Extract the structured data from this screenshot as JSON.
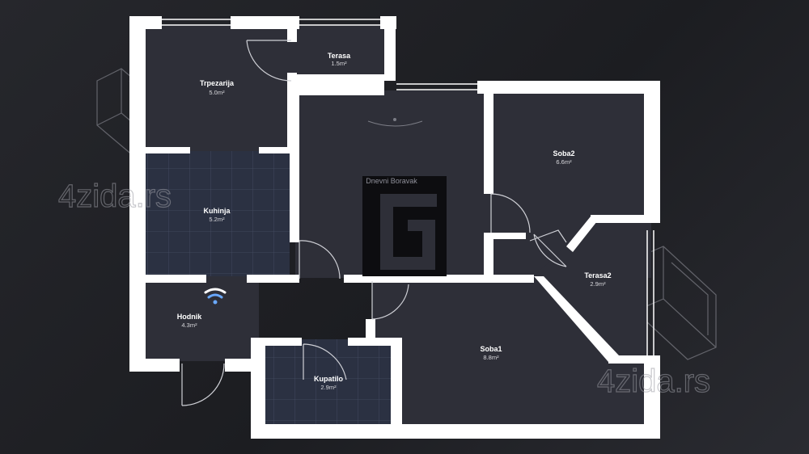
{
  "rooms": {
    "terasa": {
      "name": "Terasa",
      "area": "1.5m²"
    },
    "trpezarija": {
      "name": "Trpezarija",
      "area": "5.0m²"
    },
    "kuhinja": {
      "name": "Kuhinja",
      "area": "5.2m²"
    },
    "dnevni": {
      "name": "Dnevni Boravak",
      "area": ""
    },
    "soba2": {
      "name": "Soba2",
      "area": "6.6m²"
    },
    "terasa2": {
      "name": "Terasa2",
      "area": "2.9m²"
    },
    "hodnik": {
      "name": "Hodnik",
      "area": "4.3m²"
    },
    "kupatilo": {
      "name": "Kupatilo",
      "area": "2.9m²"
    },
    "soba1": {
      "name": "Soba1",
      "area": "8.8m²"
    }
  },
  "watermarks": {
    "left": "4zida.rs",
    "right": "4zida.rs"
  },
  "colors": {
    "floor": "#2e2f38",
    "wall": "#ffffff",
    "tile_floor": "#2b3142",
    "background": "#222327"
  },
  "icons": {
    "logo": "g-square-logo",
    "wifi": "wifi-icon",
    "compass": "north-arc"
  }
}
